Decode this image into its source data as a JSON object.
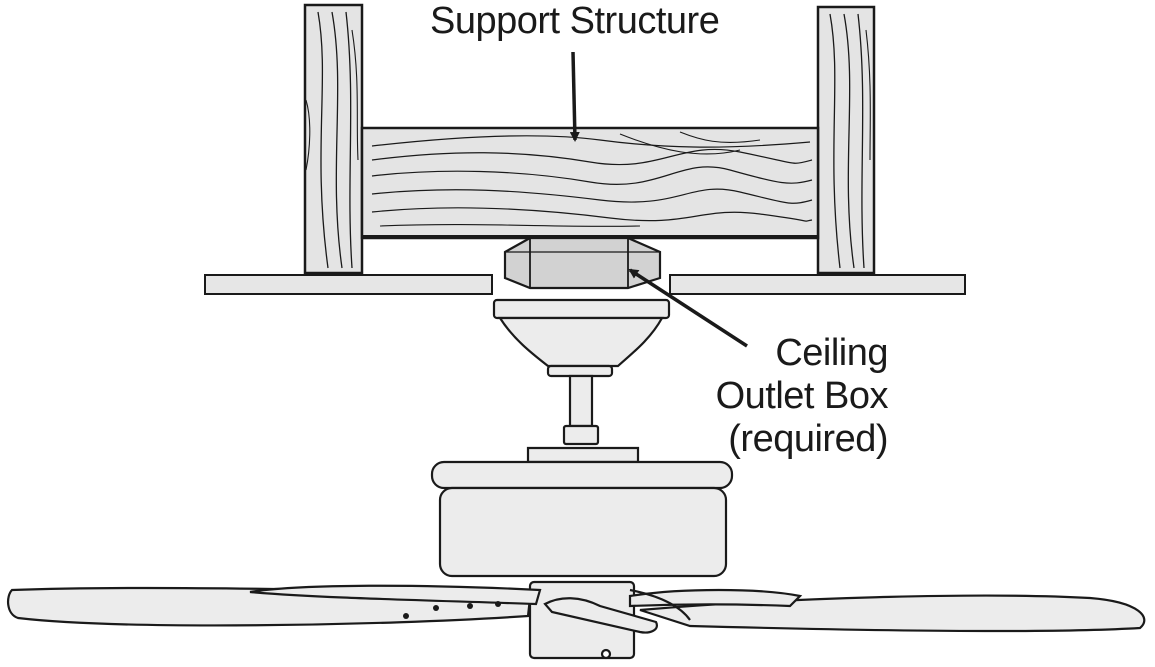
{
  "labels": {
    "support_structure": "Support Structure",
    "outlet_box": [
      "Ceiling",
      "Outlet Box",
      "(required)"
    ]
  },
  "colors": {
    "line": "#1a1a1a",
    "wood": "#e4e4e4",
    "outlet_box": "#d2d2d2",
    "ceiling": "#e6e6e6",
    "fan": "#ececec"
  },
  "parts": [
    "support-structure-joist-left",
    "support-structure-joist-right",
    "support-structure-beam",
    "ceiling-outlet-box",
    "ceiling-drywall",
    "ceiling-fan"
  ]
}
